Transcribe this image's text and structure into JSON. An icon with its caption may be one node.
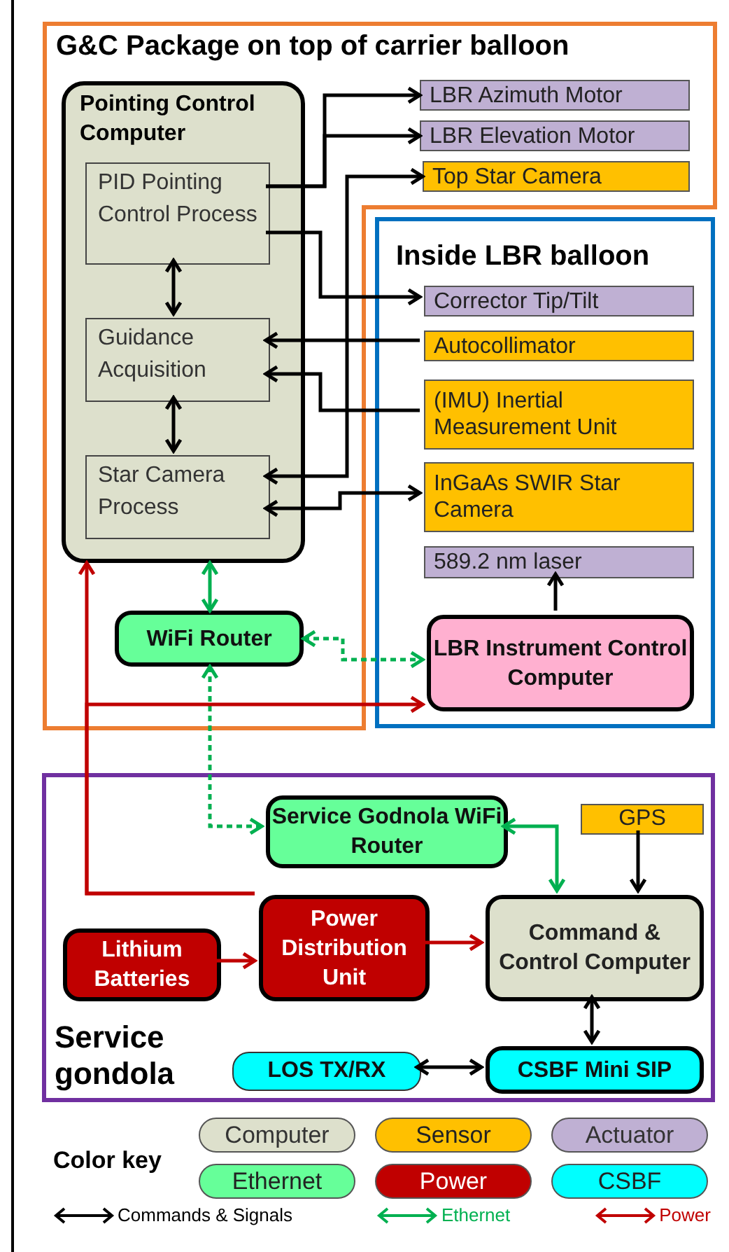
{
  "diagram": {
    "nodes": [
      {
        "text": [
          "G&C Package on top of carrier balloon"
        ]
      },
      {
        "text": [
          "Pointing Control Computer"
        ],
        "in": 0
      },
      {
        "text": [
          "PID Pointing Control Process"
        ],
        "in": 1
      },
      {
        "text": [
          "Guidance Acquisition"
        ],
        "in": 1
      },
      {
        "text": [
          "Star Camera Process"
        ],
        "in": 1
      },
      {
        "text": [
          "LBR Azimuth Motor"
        ],
        "in": 0
      },
      {
        "text": [
          "LBR Elevation Motor"
        ],
        "in": 0
      },
      {
        "text": [
          "Top Star Camera"
        ],
        "in": 0
      },
      {
        "text": [
          "Inside LBR balloon"
        ]
      },
      {
        "text": [
          "Corrector Tip/Tilt"
        ],
        "in": 8
      },
      {
        "text": [
          "Autocollimator"
        ],
        "in": 8
      },
      {
        "text": [
          "(IMU) Inertial Measurement Unit"
        ],
        "in": 8
      },
      {
        "text": [
          "InGaAs SWIR Star Camera"
        ],
        "in": 8
      },
      {
        "text": [
          "589.2 nm laser"
        ],
        "in": 8
      },
      {
        "text": [
          "LBR Instrument Control Computer"
        ],
        "in": 8
      },
      {
        "text": [
          "WiFi Router"
        ],
        "in": 0
      },
      {
        "text": [
          "Service gondola"
        ]
      },
      {
        "text": [
          "Service Godnola WiFi Router"
        ],
        "in": 16
      },
      {
        "text": [
          "GPS"
        ],
        "in": 16
      },
      {
        "text": [
          "Power Distribution Unit"
        ],
        "in": 16
      },
      {
        "text": [
          "Lithium Batteries"
        ],
        "in": 16
      },
      {
        "text": [
          "Command & Control Computer"
        ],
        "in": 16
      },
      {
        "text": [
          "LOS TX/RX"
        ],
        "in": 16
      },
      {
        "text": [
          "CSBF Mini SIP"
        ],
        "in": 16
      }
    ],
    "edges": [
      {
        "from": 2,
        "to": 5,
        "arrow": "to"
      },
      {
        "from": 2,
        "to": 6,
        "arrow": "to"
      },
      {
        "from": 4,
        "to": 7,
        "arrow": "both"
      },
      {
        "from": 2,
        "to": 9,
        "arrow": "to"
      },
      {
        "from": 10,
        "to": 3,
        "arrow": "to"
      },
      {
        "from": 11,
        "to": 3,
        "arrow": "to"
      },
      {
        "from": 4,
        "to": 12,
        "arrow": "both"
      },
      {
        "from": 2,
        "to": 3,
        "arrow": "both"
      },
      {
        "from": 3,
        "to": 4,
        "arrow": "both"
      },
      {
        "from": 1,
        "to": 15,
        "arrow": "both",
        "color": "#00b050"
      },
      {
        "from": 15,
        "to": 14,
        "arrow": "both",
        "style": "dashed",
        "color": "#00b050"
      },
      {
        "from": 14,
        "to": 13,
        "arrow": "to"
      },
      {
        "from": 15,
        "to": 17,
        "arrow": "both",
        "style": "dashed",
        "color": "#00b050"
      },
      {
        "from": 17,
        "to": 21,
        "arrow": "both",
        "color": "#00b050"
      },
      {
        "from": 18,
        "to": 21,
        "arrow": "to"
      },
      {
        "from": 19,
        "to": 1,
        "arrow": "to",
        "color": "#c00000"
      },
      {
        "from": 19,
        "to": 14,
        "arrow": "to",
        "color": "#c00000"
      },
      {
        "from": 20,
        "to": 19,
        "arrow": "to",
        "color": "#c00000"
      },
      {
        "from": 19,
        "to": 21,
        "arrow": "to",
        "color": "#c00000"
      },
      {
        "from": 21,
        "to": 23,
        "arrow": "both"
      },
      {
        "from": 22,
        "to": 23,
        "arrow": "both"
      }
    ],
    "labels": [
      "Color key"
    ],
    "legend": [
      {
        "text": "Computer",
        "color": "#dde0cc"
      },
      {
        "text": "Sensor",
        "color": "#ffc000"
      },
      {
        "text": "Actuator",
        "color": "#bfb0d3"
      },
      {
        "text": "Ethernet",
        "color": "#66ff99"
      },
      {
        "text": "Power",
        "color": "#c00000"
      },
      {
        "text": "CSBF",
        "color": "#00ffff"
      },
      {
        "text": "Commands & Signals"
      },
      {
        "text": "Ethernet"
      },
      {
        "text": "Power"
      }
    ]
  }
}
